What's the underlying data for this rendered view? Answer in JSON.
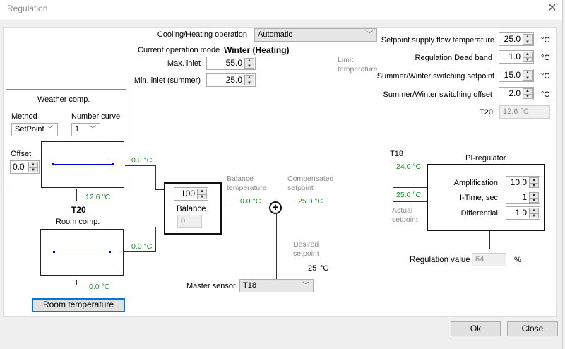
{
  "window": {
    "title": "Regulation",
    "close_icon": "close-x-icon"
  },
  "top": {
    "cooling_heating_label": "Cooling/Heating operation",
    "cooling_heating_value": "Automatic",
    "current_mode_label": "Current operation mode",
    "current_mode_value": "Winter (Heating)",
    "max_inlet_label": "Max. inlet",
    "max_inlet_value": "55.0",
    "min_inlet_label": "Min. inlet (summer)",
    "min_inlet_value": "25.0",
    "limit_temperature_label": "Limit temperature"
  },
  "right_settings": {
    "items": [
      {
        "label": "Setpoint supply flow temperature",
        "value": "25.0",
        "unit": "°C"
      },
      {
        "label": "Regulation Dead band",
        "value": "1.0",
        "unit": "°C"
      },
      {
        "label": "Summer/Winter switching setpoint",
        "value": "15.0",
        "unit": "°C"
      },
      {
        "label": "Summer/Winter switching offset",
        "value": "2.0",
        "unit": "°C"
      }
    ],
    "t20_label": "T20",
    "t20_value": "12.6 °C"
  },
  "weather_comp": {
    "title": "Weather comp.",
    "method_label": "Method",
    "method_value": "SetPoint",
    "number_curve_label": "Number curve",
    "number_curve_value": "1",
    "offset_label": "Offset",
    "offset_value": "0.0",
    "output_value": "0.0 °C",
    "sensor_value": "12.6 °C",
    "sensor_name": "T20"
  },
  "room_comp": {
    "title": "Room comp.",
    "output_value": "0.0 °C",
    "sensor_value": "0.0 °C",
    "button_label": "Room temperature"
  },
  "balance": {
    "spin_value": "100",
    "label": "Balance",
    "readonly_value": "0",
    "balance_temperature_label": "Balance temperature",
    "balance_temperature_value": "0.0 °C",
    "compensated_setpoint_label": "Compensated setpoint",
    "compensated_setpoint_value": "25.0 °C",
    "desired_setpoint_label": "Desired setpoint",
    "desired_setpoint_value": "25",
    "desired_setpoint_unit": "°C",
    "master_sensor_label": "Master sensor",
    "master_sensor_value": "T18"
  },
  "pi_regulator": {
    "title": "PI-regulator",
    "sensor_name": "T18",
    "sensor_value": "24.0 °C",
    "actual_setpoint_value": "25.0 °C",
    "actual_setpoint_label": "Actual setpoint",
    "amplification_label": "Amplification",
    "amplification_value": "10.0",
    "itime_label": "I-Time, sec",
    "itime_value": "1",
    "differential_label": "Differential",
    "differential_value": "1.0",
    "regulation_value_label": "Regulation value",
    "regulation_value": "64",
    "regulation_unit": "%"
  },
  "footer": {
    "ok_label": "Ok",
    "close_label": "Close"
  }
}
